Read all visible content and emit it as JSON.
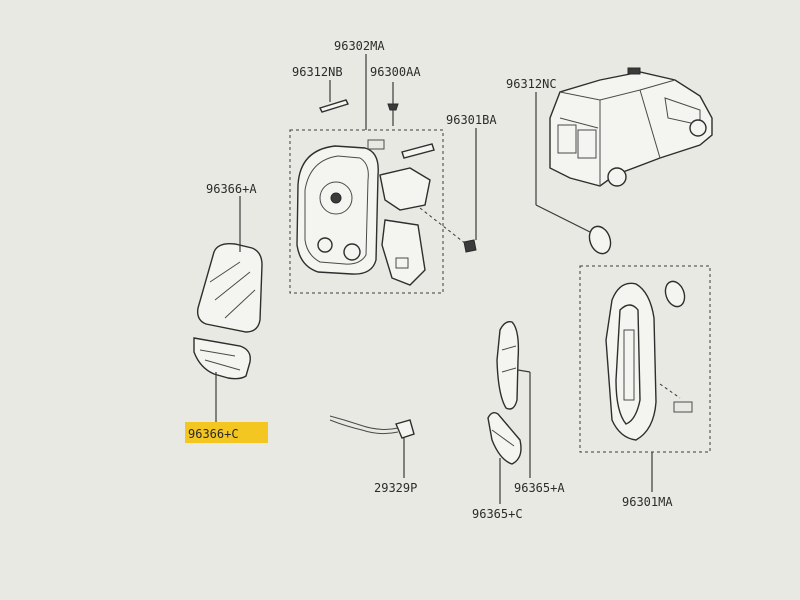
{
  "labels": {
    "p96302MA": "96302MA",
    "p96312NB": "96312NB",
    "p96300AA": "96300AA",
    "p96312NC": "96312NC",
    "p96301BA": "96301BA",
    "p96366A": "96366+A",
    "p96366C": "96366+C",
    "p29329P": "29329P",
    "p96365A": "96365+A",
    "p96365C": "96365+C",
    "p96301MA": "96301MA"
  },
  "colors": {
    "highlight": "#f3c622",
    "line": "#3a3a3a",
    "paper": "#e9e9e4"
  }
}
